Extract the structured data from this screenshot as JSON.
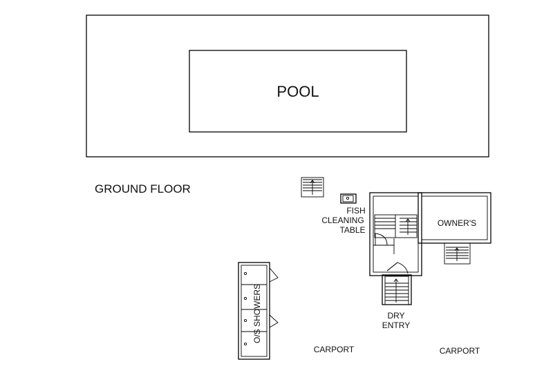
{
  "labels": {
    "pool": "POOL",
    "ground_floor": "GROUND FLOOR",
    "fish_line1": "FISH",
    "fish_line2": "CLEANING",
    "fish_line3": "TABLE",
    "owners": "OWNER'S",
    "dry_line1": "DRY",
    "dry_line2": "ENTRY",
    "showers": "O/S SHOWERS",
    "carport_left": "CARPORT",
    "carport_right": "CARPORT"
  },
  "colors": {
    "line": "#000000",
    "text": "#111111",
    "background": "#ffffff"
  }
}
